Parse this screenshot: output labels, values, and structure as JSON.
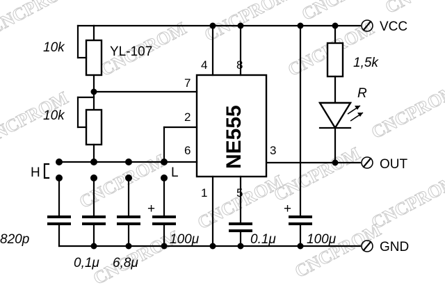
{
  "watermark": "CNCPROM",
  "chip": {
    "name": "NE555",
    "pins": {
      "p1": "1",
      "p2": "2",
      "p3": "3",
      "p4": "4",
      "p5": "5",
      "p6": "6",
      "p7": "7",
      "p8": "8"
    }
  },
  "terminals": {
    "vcc": "VCC",
    "out": "OUT",
    "gnd": "GND"
  },
  "resistors": {
    "r_top": "10k",
    "r_top_part": "YL-107",
    "r_mid": "10k",
    "r_led": "1,5k"
  },
  "led": {
    "label": "R"
  },
  "switch": {
    "h": "H",
    "l": "L"
  },
  "capacitors": {
    "c1": "820p",
    "c2": "0,1μ",
    "c3": "6,8μ",
    "c4": "100μ",
    "c5": "0.1μ",
    "c6": "100μ",
    "plus": "+"
  }
}
